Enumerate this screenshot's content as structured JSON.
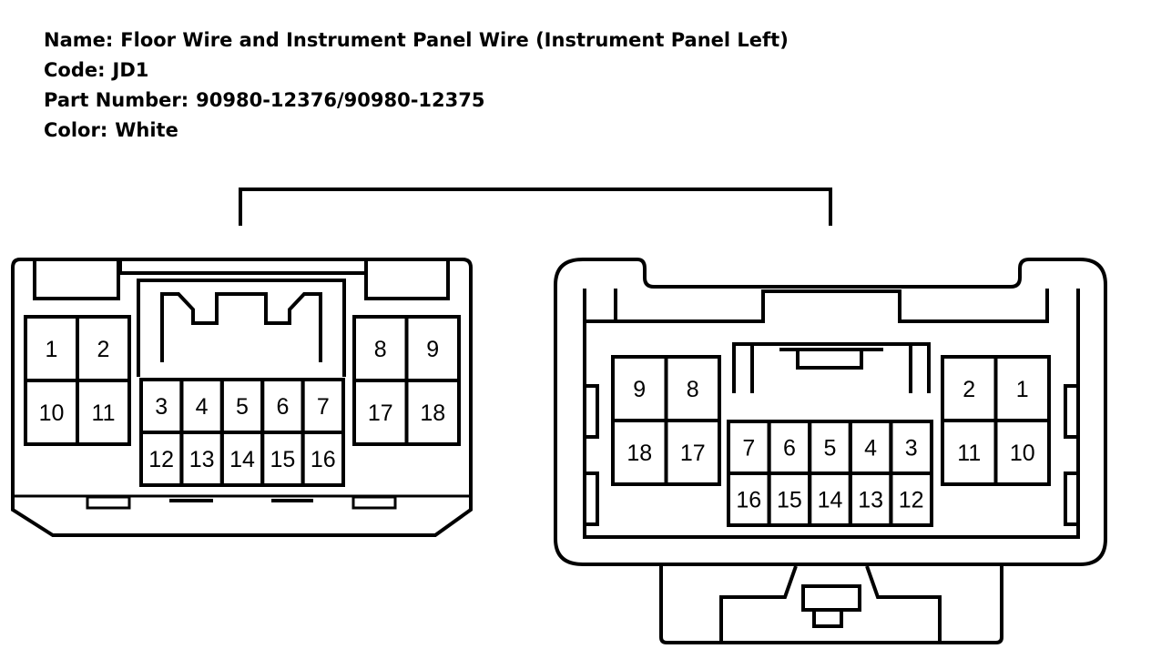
{
  "header": {
    "name_label": "Name:",
    "name_value": "Floor Wire and Instrument Panel Wire (Instrument Panel Left)",
    "code_label": "Code:",
    "code_value": "JD1",
    "part_label": "Part Number:",
    "part_value": "90980-12376/90980-12375",
    "color_label": "Color:",
    "color_value": "White"
  },
  "connector_left": {
    "pins": [
      "1",
      "2",
      "10",
      "11",
      "3",
      "4",
      "5",
      "6",
      "7",
      "12",
      "13",
      "14",
      "15",
      "16",
      "8",
      "9",
      "17",
      "18"
    ]
  },
  "connector_right": {
    "pins": [
      "9",
      "8",
      "18",
      "17",
      "7",
      "6",
      "5",
      "4",
      "3",
      "16",
      "15",
      "14",
      "13",
      "12",
      "2",
      "1",
      "11",
      "10"
    ]
  }
}
